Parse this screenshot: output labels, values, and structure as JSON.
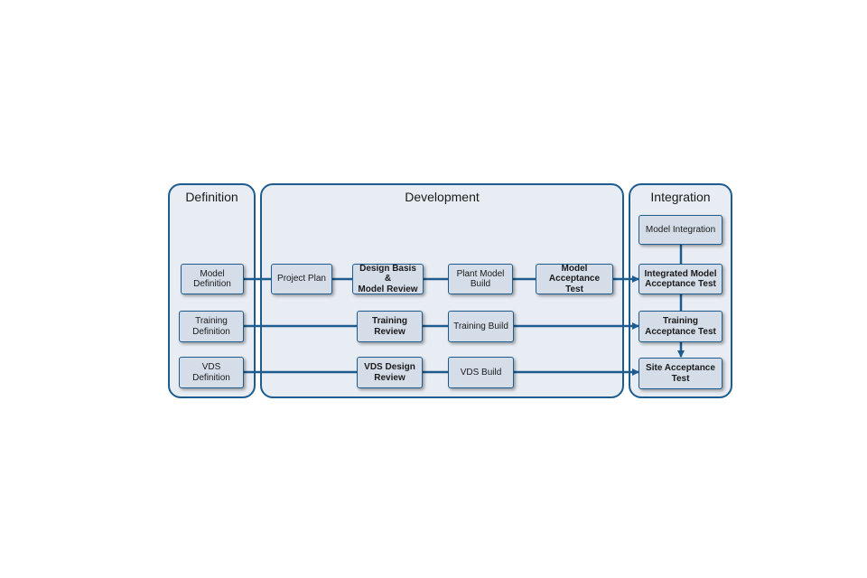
{
  "panels": {
    "definition": "Definition",
    "development": "Development",
    "integration": "Integration"
  },
  "boxes": {
    "model_definition": "Model\nDefinition",
    "training_definition": "Training\nDefinition",
    "vds_definition": "VDS\nDefinition",
    "project_plan": "Project Plan",
    "design_basis": "Design Basis &\nModel Review",
    "plant_model_build": "Plant Model\nBuild",
    "model_acceptance_test": "Model\nAcceptance Test",
    "training_review": "Training\nReview",
    "training_build": "Training Build",
    "vds_design_review": "VDS Design\nReview",
    "vds_build": "VDS Build",
    "model_integration": "Model Integration",
    "integrated_model_acceptance_test": "Integrated Model\nAcceptance Test",
    "training_acceptance_test": "Training\nAcceptance Test",
    "site_acceptance_test": "Site Acceptance\nTest"
  },
  "colors": {
    "line": "#1e5c8f",
    "panel_fill": "#e8edf3",
    "box_fill": "#d4dde8"
  }
}
